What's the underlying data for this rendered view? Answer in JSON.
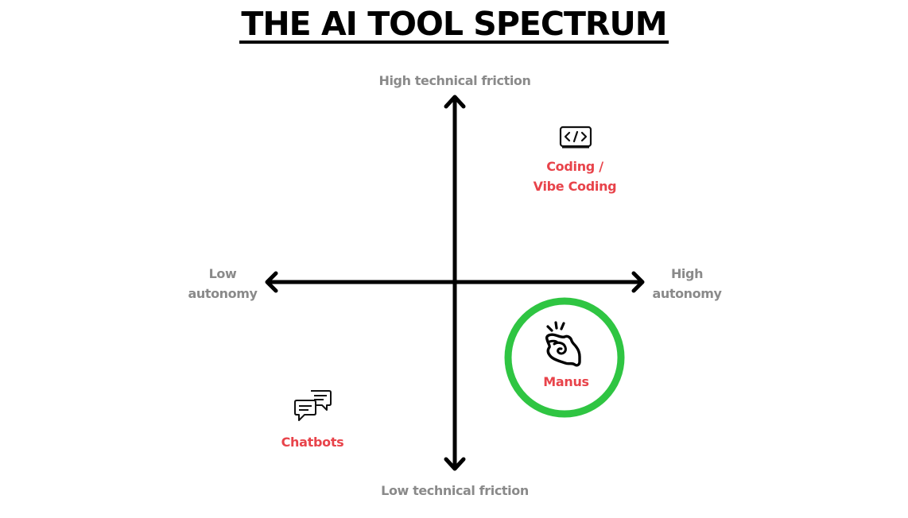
{
  "title": "THE AI TOOL SPECTRUM",
  "axes": {
    "top_label": "High technical friction",
    "bottom_label": "Low technical friction",
    "left_label_line1": "Low",
    "left_label_line2": "autonomy",
    "right_label_line1": "High",
    "right_label_line2": "autonomy"
  },
  "items": [
    {
      "id": "coding",
      "label_line1": "Coding /",
      "label_line2": "Vibe Coding",
      "icon": "code-brackets-icon",
      "quadrant": "high-friction-high-autonomy"
    },
    {
      "id": "manus",
      "label": "Manus",
      "icon": "manus-hand-logo-icon",
      "quadrant": "low-friction-high-autonomy",
      "highlighted": true
    },
    {
      "id": "chatbots",
      "label": "Chatbots",
      "icon": "chat-bubbles-icon",
      "quadrant": "low-friction-low-autonomy"
    }
  ],
  "colors": {
    "axis": "#000000",
    "axis_label": "#8a8a8a",
    "item_label": "#e8434a",
    "highlight_ring": "#2fc542"
  }
}
